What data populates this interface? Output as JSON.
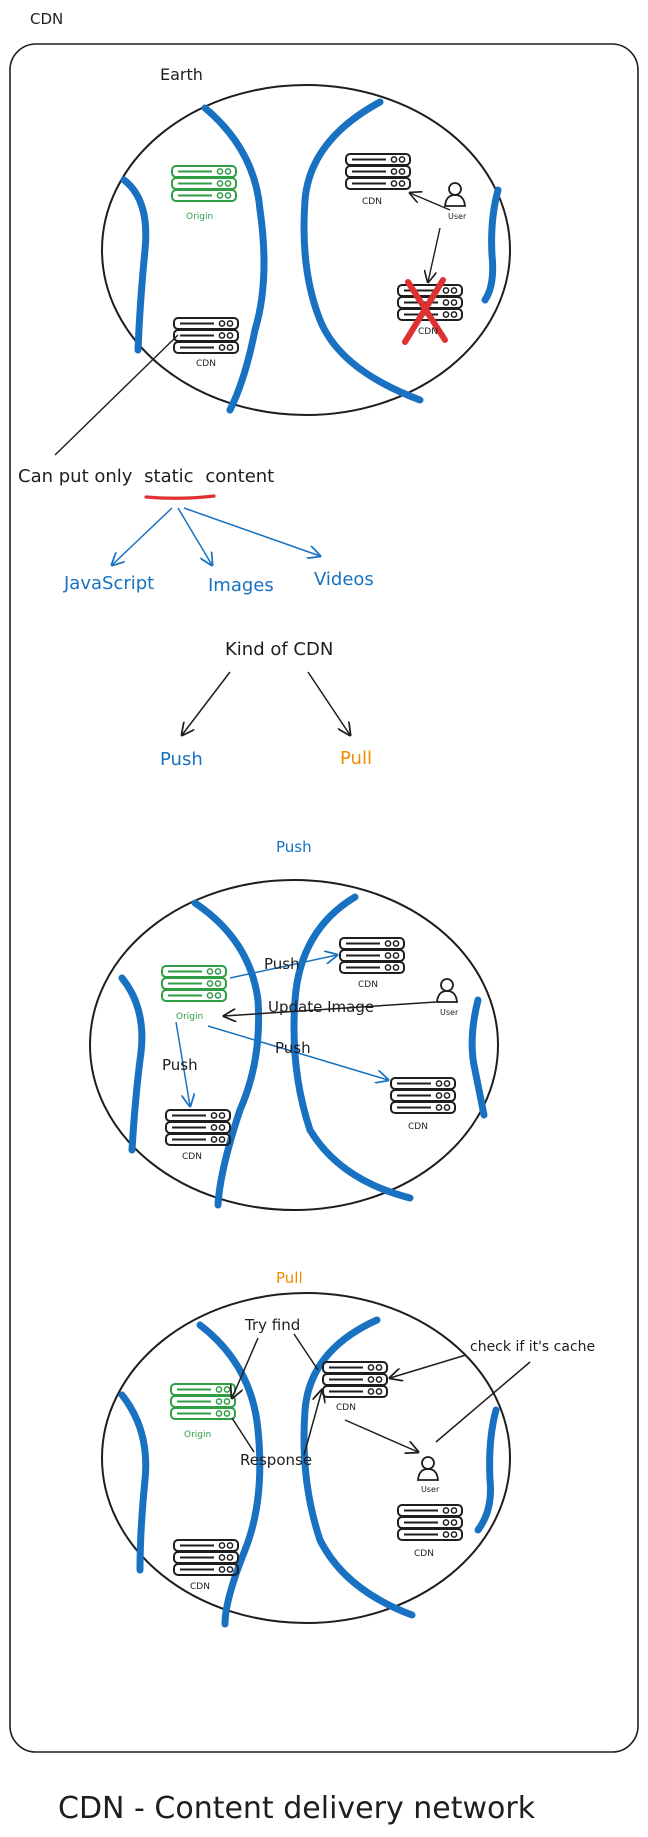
{
  "frame": {
    "label": "CDN"
  },
  "footer": {
    "title": "CDN - Content delivery network"
  },
  "section_earth": {
    "title": "Earth",
    "origin_label": "Origin",
    "cdn_label_1": "CDN",
    "cdn_label_2": "CDN",
    "cdn_label_3": "CDN",
    "user_label": "User"
  },
  "static_content": {
    "prefix": "Can put only",
    "highlight": "static",
    "suffix": "content",
    "examples": [
      "JavaScript",
      "Images",
      "Videos"
    ]
  },
  "kind_of_cdn": {
    "title": "Kind of CDN",
    "push": "Push",
    "pull": "Pull"
  },
  "push_section": {
    "title": "Push",
    "origin_label": "Origin",
    "cdn_label_1": "CDN",
    "cdn_label_2": "CDN",
    "cdn_label_3": "CDN",
    "user_label": "User",
    "push_label_1": "Push",
    "push_label_2": "Push",
    "push_label_3": "Push",
    "update_label": "Update Image"
  },
  "pull_section": {
    "title": "Pull",
    "origin_label": "Origin",
    "cdn_label_1": "CDN",
    "cdn_label_2": "CDN",
    "cdn_label_3": "CDN",
    "user_label": "User",
    "try_find_label": "Try find",
    "check_cache_label": "check if it's cache",
    "response_label": "Response"
  },
  "colors": {
    "ink": "#1e1e1e",
    "blue": "#1971c2",
    "red": "#e03131",
    "green": "#2f9e44",
    "orange": "#f08c00"
  }
}
